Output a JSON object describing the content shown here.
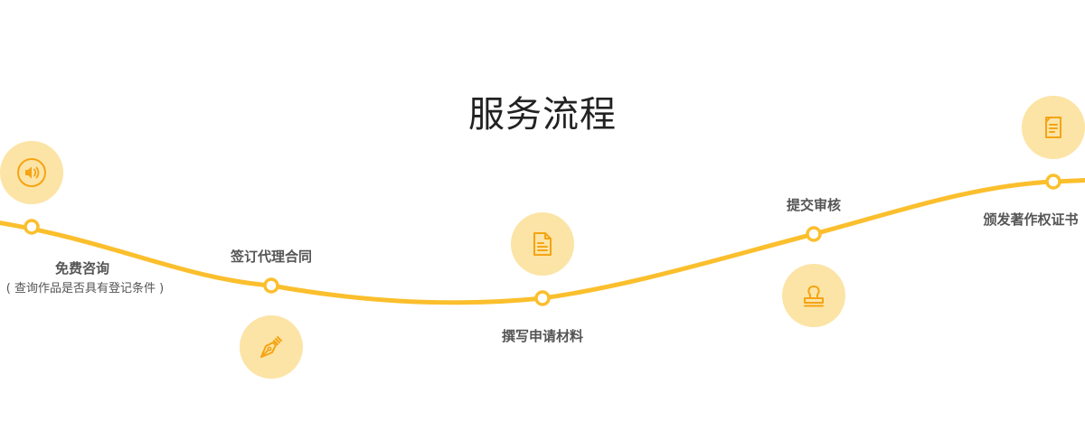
{
  "title": "服务流程",
  "colors": {
    "curve": "#fbbf2d",
    "node_fill": "#ffffff",
    "icon_bg": "#fce4a6",
    "icon_stroke": "#f5a414",
    "label": "#555555",
    "title": "#222222"
  },
  "steps": [
    {
      "label": "免费咨询",
      "sub": "( 查询作品是否具有登记条件 )",
      "icon": "speaker-icon"
    },
    {
      "label": "签订代理合同",
      "icon": "pen-nib-icon"
    },
    {
      "label": "撰写申请材料",
      "icon": "document-icon"
    },
    {
      "label": "提交审核",
      "icon": "stamp-icon"
    },
    {
      "label": "颁发著作权证书",
      "icon": "certificate-icon"
    }
  ]
}
